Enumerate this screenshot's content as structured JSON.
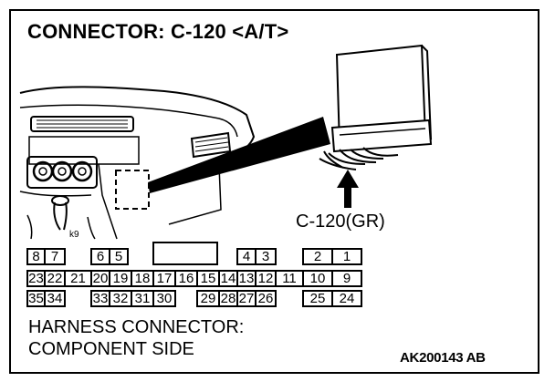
{
  "title": "CONNECTOR: C-120 <A/T>",
  "connector_label": "C-120(GR)",
  "footer": {
    "line1": "HARNESS CONNECTOR:",
    "line2": "COMPONENT SIDE"
  },
  "reference_code": "AK200143 AB",
  "pins": {
    "row1": [
      "8",
      "7",
      "6",
      "5",
      "",
      "4",
      "3",
      "2",
      "1"
    ],
    "row2": [
      "23",
      "22",
      "21",
      "20",
      "19",
      "18",
      "17",
      "16",
      "15",
      "14",
      "13",
      "12",
      "11",
      "10",
      "9"
    ],
    "row3": [
      "35",
      "34",
      "33",
      "32",
      "31",
      "30",
      "29",
      "28",
      "27",
      "26",
      "25",
      "24"
    ]
  },
  "colors": {
    "line": "#000000",
    "background": "#ffffff"
  }
}
